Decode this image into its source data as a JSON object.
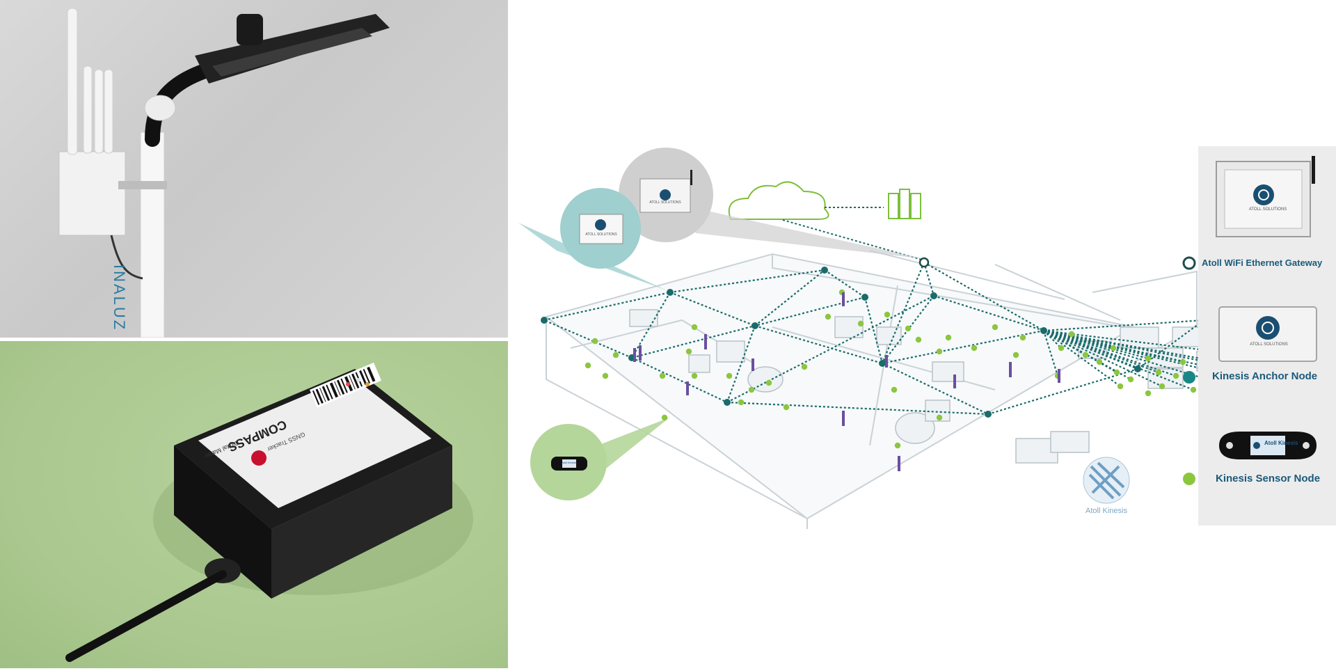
{
  "photo_top": {
    "pole_brand_text": "INALUZ"
  },
  "photo_bottom": {
    "device_name": "COMPASS",
    "device_subtitle": "GNSS Tracker",
    "device_brand": "Digital Matter"
  },
  "diagram": {
    "watermark": "Atoll Kinesis",
    "gateway_device_text": "ATOLL SOLUTIONS",
    "anchor_device_text": "ATOLL SOLUTIONS",
    "sensor_device_text": "Atoll Kinesis"
  },
  "legend": {
    "items": [
      {
        "label": "Atoll WiFi Ethernet Gateway",
        "marker": "hollow-dark-circle"
      },
      {
        "label": "Kinesis Anchor Node",
        "marker": "teal-circle"
      },
      {
        "label": "Kinesis Sensor Node",
        "marker": "green-circle"
      }
    ]
  },
  "colors": {
    "anchor": "#1a6b6b",
    "sensor": "#8cc63f",
    "gateway": "#1e4d4d",
    "legend_text": "#1b5a7a",
    "panel_green": "#a9c78e"
  }
}
